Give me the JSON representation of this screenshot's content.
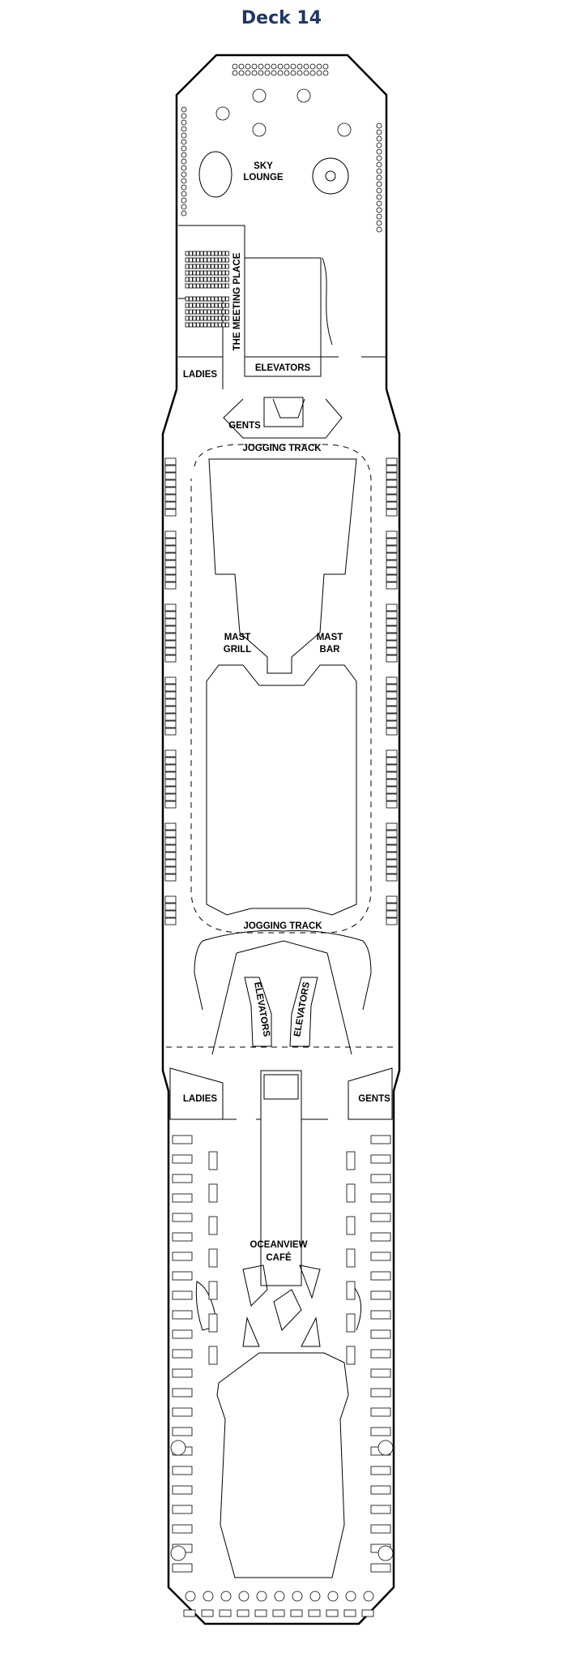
{
  "title": "Deck 14",
  "areas": {
    "sky_lounge": [
      "SKY",
      "LOUNGE"
    ],
    "meeting_place": "THE MEETING PLACE",
    "elevators_fwd": "ELEVATORS",
    "ladies_fwd": "LADIES",
    "gents_fwd": "GENTS",
    "jogging_track_fwd": "JOGGING TRACK",
    "mast_grill": [
      "MAST",
      "GRILL"
    ],
    "mast_bar": [
      "MAST",
      "BAR"
    ],
    "jogging_track_aft": "JOGGING TRACK",
    "elevators_port": "ELEVATORS",
    "elevators_stbd": "ELEVATORS",
    "ladies_aft": "LADIES",
    "gents_aft": "GENTS",
    "oceanview_cafe": [
      "OCEANVIEW",
      "CAFÉ"
    ]
  }
}
